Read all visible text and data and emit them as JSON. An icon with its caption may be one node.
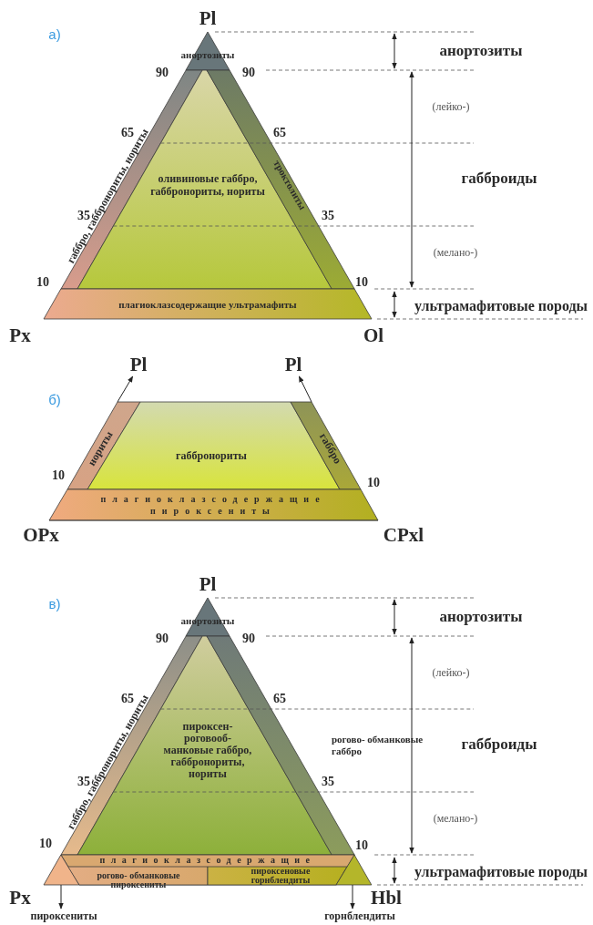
{
  "diagram": {
    "nodes": [
      {
        "text": [
          "анортозиты"
        ]
      },
      {
        "text": [
          "габбро, габбронориты, нориты"
        ]
      },
      {
        "text": [
          "оливиновые габбро, габбронориты, нориты"
        ]
      },
      {
        "text": [
          "троктолиты"
        ]
      },
      {
        "text": [
          "плагиоклазсодержащие ультрамафиты"
        ]
      },
      {
        "text": [
          "Pl"
        ]
      },
      {
        "text": [
          "Pl"
        ]
      },
      {
        "text": [
          "нориты"
        ]
      },
      {
        "text": [
          "габбронориты"
        ]
      },
      {
        "text": [
          "габбро"
        ]
      },
      {
        "text": [
          "плагиоклазсодержащие пироксениты"
        ]
      },
      {
        "text": [
          "анортозиты"
        ]
      },
      {
        "text": [
          "габбро, габбронориты, нориты"
        ]
      },
      {
        "text": [
          "пироксен- роговооб- манковые габбро, габбронориты, нориты"
        ]
      },
      {
        "text": [
          "рогово- обманковые габбро"
        ]
      },
      {
        "text": [
          "плагиоклазсодержащие"
        ]
      },
      {
        "text": [
          "рогово- обманковые пироксениты"
        ],
        "in": 15
      },
      {
        "text": [
          "пироксеновые горнблендиты"
        ],
        "in": 15
      },
      {
        "text": [],
        "shape": "triangle"
      },
      {
        "text": [],
        "shape": "triangle"
      },
      {
        "text": [
          "пироксениты"
        ]
      },
      {
        "text": [
          "горнблендиты"
        ]
      }
    ],
    "edges": [
      {
        "from": 7,
        "to": 5,
        "arrow": "to"
      },
      {
        "from": 9,
        "to": 6,
        "arrow": "to"
      },
      {
        "from": 18,
        "to": 20,
        "arrow": "to"
      },
      {
        "from": 19,
        "to": 21,
        "arrow": "to"
      }
    ],
    "labels": [
      "а)",
      "Pl",
      "90",
      "90",
      "65",
      "65",
      "35",
      "35",
      "10",
      "10",
      "Px",
      "Ol",
      "анортозиты",
      "(лейко-)",
      "габброиды",
      "(мелано-)",
      "ультрамафитовые породы",
      "б)",
      "10",
      "10",
      "OPx",
      "CPxl",
      "в)",
      "Pl",
      "90",
      "90",
      "65",
      "65",
      "35",
      "35",
      "10",
      "10",
      "Px",
      "Hbl",
      "анортозиты",
      "(лейко-)",
      "габброиды",
      "(мелано-)",
      "ультрамафитовые породы"
    ]
  }
}
